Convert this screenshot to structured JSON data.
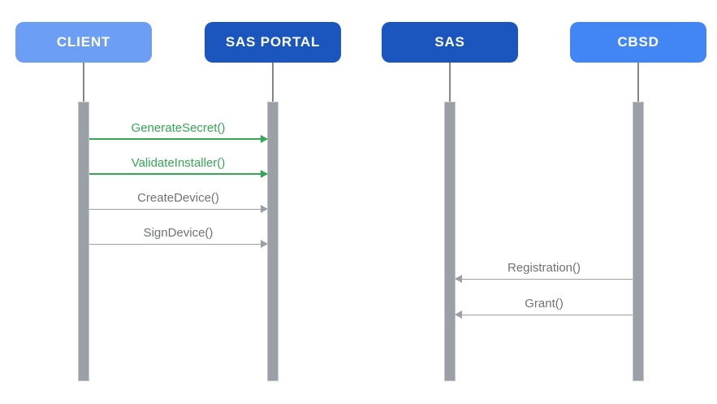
{
  "diagram": {
    "type": "sequence-diagram",
    "actors": [
      {
        "label": "CLIENT",
        "color": "#6d9ef5",
        "text_color": "#ffffff"
      },
      {
        "label": "SAS PORTAL",
        "color": "#1a56be",
        "text_color": "#ffffff"
      },
      {
        "label": "SAS",
        "color": "#1a56be",
        "text_color": "#ffffff"
      },
      {
        "label": "CBSD",
        "color": "#4285f4",
        "text_color": "#ffffff"
      }
    ],
    "messages": [
      {
        "label": "GenerateSecret()",
        "from": "CLIENT",
        "to": "SAS PORTAL",
        "direction": "right",
        "text_color": "#34a853",
        "line_color": "#34a853"
      },
      {
        "label": "ValidateInstaller()",
        "from": "CLIENT",
        "to": "SAS PORTAL",
        "direction": "right",
        "text_color": "#34a853",
        "line_color": "#34a853"
      },
      {
        "label": "CreateDevice()",
        "from": "CLIENT",
        "to": "SAS PORTAL",
        "direction": "right",
        "text_color": "#6e7377",
        "line_color": "#9aa0a6"
      },
      {
        "label": "SignDevice()",
        "from": "CLIENT",
        "to": "SAS PORTAL",
        "direction": "right",
        "text_color": "#6e7377",
        "line_color": "#9aa0a6"
      },
      {
        "label": "Registration()",
        "from": "CBSD",
        "to": "SAS",
        "direction": "left",
        "text_color": "#6e7377",
        "line_color": "#9aa0a6"
      },
      {
        "label": "Grant()",
        "from": "CBSD",
        "to": "SAS",
        "direction": "left",
        "text_color": "#6e7377",
        "line_color": "#9aa0a6"
      }
    ],
    "lifeline": {
      "stub_color": "#80868b",
      "bar_color": "#9aa0a6"
    }
  }
}
